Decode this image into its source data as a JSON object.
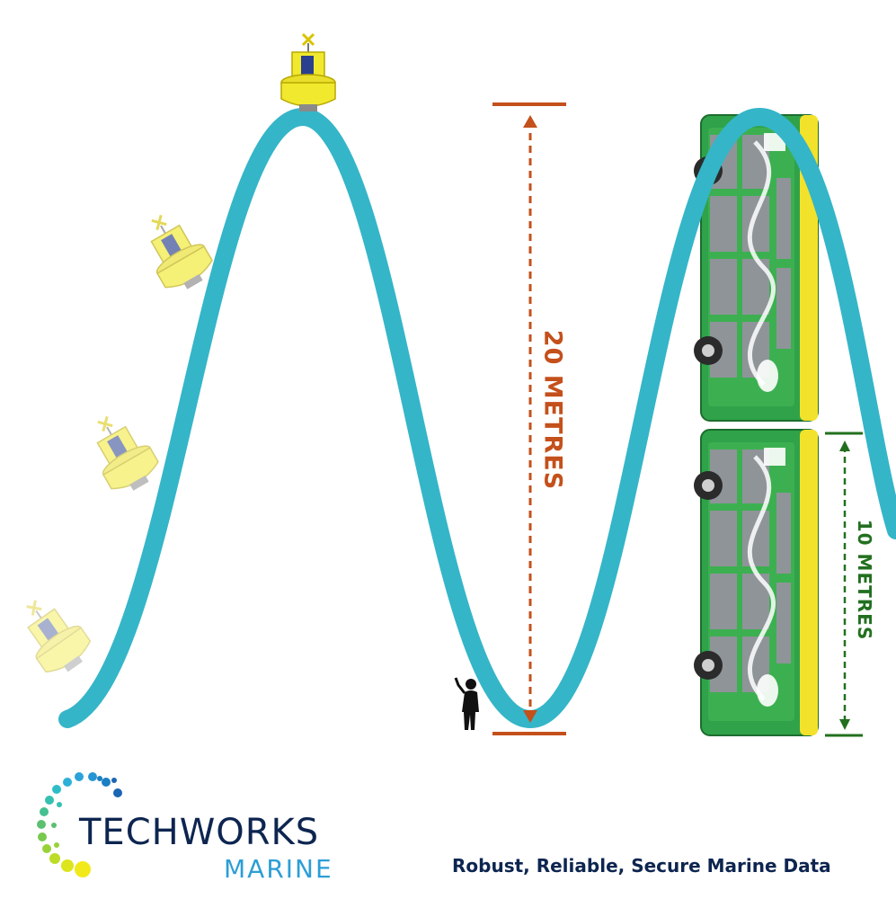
{
  "dimensions": {
    "wave_height": "20 METRES",
    "bus_height": "10 METRES"
  },
  "brand": {
    "name": "TECHWORKS",
    "sub": "MARINE",
    "tagline": "Robust, Reliable, Secure Marine Data"
  },
  "colors": {
    "wave": "#35b5c8",
    "dimension_20m": "#c4501b",
    "dimension_10m": "#22701f",
    "brand_navy": "#0d2550",
    "brand_blue": "#2c9ed6",
    "buoy_yellow": "#f1e92e",
    "bus_green": "#2fa24a"
  },
  "icons": [
    "buoy-icon",
    "person-icon",
    "bus-icon",
    "logo-dots-icon"
  ]
}
